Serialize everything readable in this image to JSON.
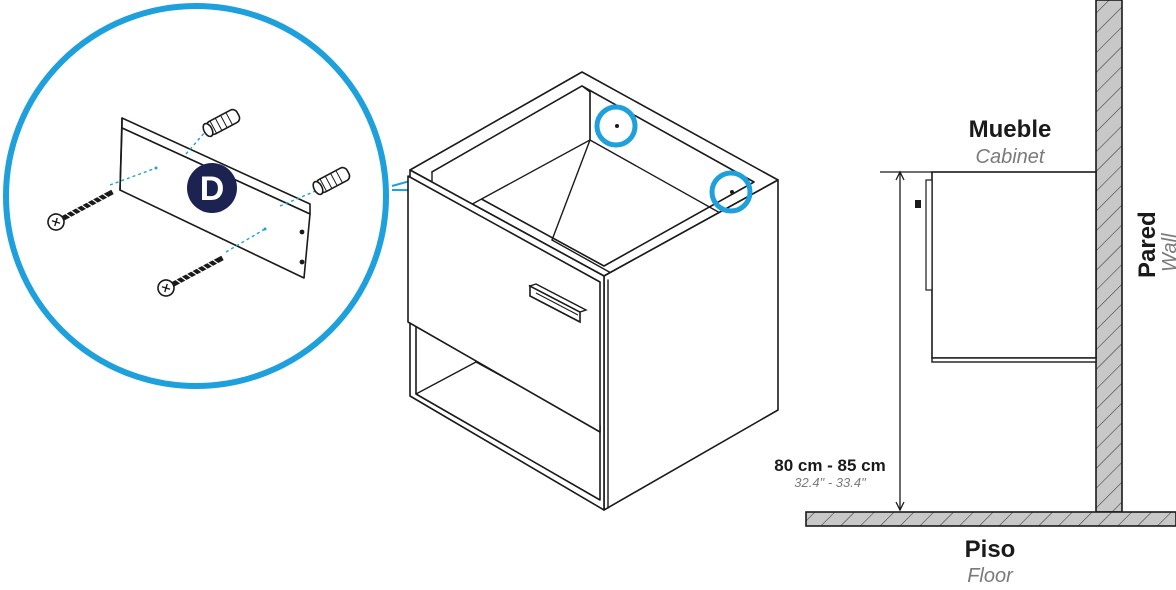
{
  "badge_letter": "D",
  "labels": {
    "cabinet_es": "Mueble",
    "cabinet_en": "Cabinet",
    "wall_es": "Pared",
    "wall_en": "Wall",
    "floor_es": "Piso",
    "floor_en": "Floor",
    "height_cm": "80 cm - 85 cm",
    "height_in": "32.4\" - 33.4\""
  },
  "colors": {
    "accent_blue": "#1ea0dc",
    "badge_navy": "#1c2350",
    "line": "#1a1a1a",
    "hatch_fill": "#c8c8c8"
  },
  "icons": [
    "screw-icon",
    "wall-anchor-icon"
  ]
}
